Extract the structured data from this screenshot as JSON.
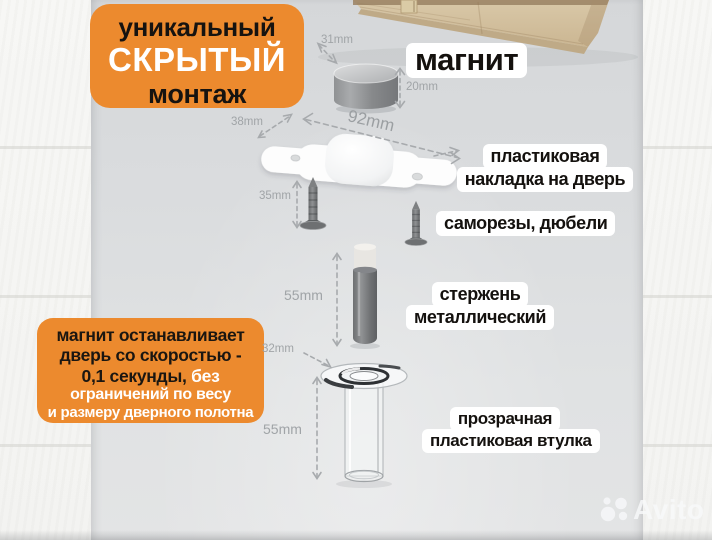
{
  "top_badge": {
    "line1": "уникальный",
    "line2": "СКРЫТЫЙ",
    "line3": "монтаж"
  },
  "info_badge": {
    "bold_line1": "магнит останавливает",
    "bold_line2": "дверь со скоростью -",
    "bold_line3": "0,1 секунды,",
    "light_line3": " без",
    "light_line4": "ограничений по весу",
    "light_line5": "и размеру дверного полотна"
  },
  "callouts": {
    "magnet": "магнит",
    "plate_line1": "пластиковая",
    "plate_line2": "накладка на дверь",
    "screws": "саморезы, дюбели",
    "rod_line1": "стержень",
    "rod_line2": "металлический",
    "sleeve_line1": "прозрачная",
    "sleeve_line2": "пластиковая втулка"
  },
  "dimensions": {
    "magnet_diameter": "31mm",
    "magnet_height": "20mm",
    "plate_length": "92mm",
    "plate_depth": "38mm",
    "screw_length": "35mm",
    "rod_length": "55mm",
    "sleeve_diameter": "32mm",
    "sleeve_length": "55mm"
  },
  "watermark": {
    "brand": "Avito"
  },
  "colors": {
    "accent_orange": "#EC8A2E",
    "background_gray": "#DDDFE1",
    "wall_white": "#F6F6F4",
    "label_background": "#FFFFFF",
    "dimension_text": "#A0A4A7",
    "wood": "#D7C5A5"
  }
}
